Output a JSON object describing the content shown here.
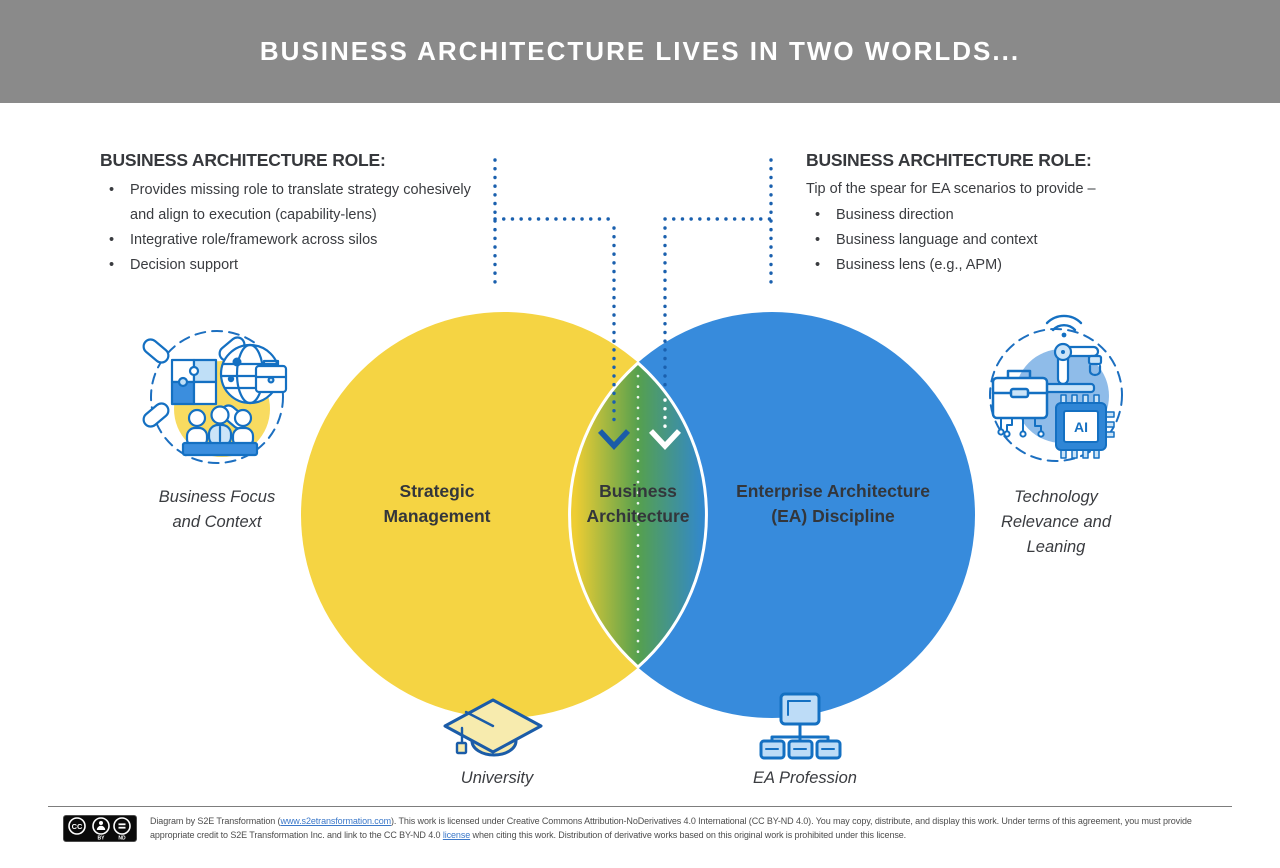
{
  "header": {
    "title": "BUSINESS ARCHITECTURE LIVES IN TWO WORLDS..."
  },
  "left_role": {
    "heading": "BUSINESS ARCHITECTURE ROLE:",
    "bullet_marker": "•",
    "bullets": [
      "Provides missing role to translate strategy cohesively and align to execution (capability-lens)",
      "Integrative role/framework across silos",
      "Decision support"
    ]
  },
  "right_role": {
    "heading": "BUSINESS ARCHITECTURE ROLE:",
    "intro": "Tip of the spear for EA scenarios to provide –",
    "bullet_marker": "•",
    "bullets": [
      "Business direction",
      "Business language and context",
      "Business lens (e.g., APM)"
    ]
  },
  "venn": {
    "left_circle_label": "Strategic\nManagement",
    "overlap_label": "Business\nArchitecture",
    "right_circle_label": "Enterprise Architecture\n(EA) Discipline",
    "colors": {
      "left_circle": "#f5d443",
      "right_circle": "#378bdc",
      "overlap_mid": "#55a04f",
      "connector_blue": "#1a60ae",
      "arrow_left": "#1b5ca8",
      "arrow_right": "#ffffff"
    }
  },
  "side_labels": {
    "left": "Business Focus\nand Context",
    "right": "Technology\nRelevance and\nLeaning"
  },
  "bottom_labels": {
    "left": "University",
    "right": "EA Profession"
  },
  "icons": {
    "left_cluster": "hands-puzzle-globe-team-icon",
    "right_cluster": "briefcase-robot-ai-chip-icon",
    "university": "graduation-cap-icon",
    "ea_profession": "org-chart-icon",
    "license_badge": "cc-by-nd-badge",
    "ai_chip_label": "AI"
  },
  "footer": {
    "badge_cc": "CC",
    "badge_by": "BY",
    "badge_nd": "ND",
    "text_part1": "Diagram by S2E Transformation (",
    "link1": "www.s2etransformation.com",
    "text_part2": "). This work is licensed under Creative Commons Attribution-NoDerivatives 4.0 International (CC BY-ND 4.0). You may copy, distribute, and display this work. Under terms of this agreement, you must provide appropriate credit to S2E Transformation Inc. and link to the CC BY-ND 4.0 ",
    "link2": "license",
    "text_part3": " when citing this work. Distribution of derivative works based on this original work is prohibited under this license."
  }
}
